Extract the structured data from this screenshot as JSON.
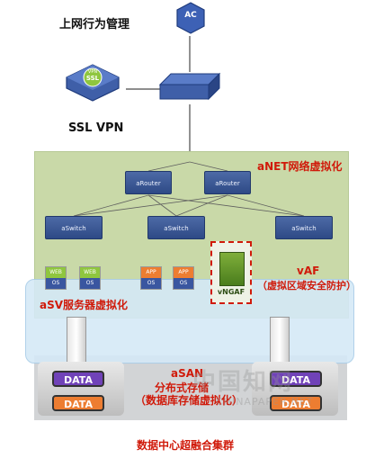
{
  "labels": {
    "behavior_mgmt": "上网行为管理",
    "ssl_vpn": "SSL VPN",
    "anet": "aNET网络虚拟化",
    "avf": "vAF",
    "avf_sub": "（虚拟区域安全防护）",
    "asv": "aSV服务器虚拟化",
    "asan": "aSAN",
    "asan_sub1": "分布式存储",
    "asan_sub2": "（数据库存储虚拟化）",
    "caption": "数据中心超融合集群",
    "watermark": "中国知网",
    "watermark_sub": "CHINAPAPER.NET"
  },
  "devices": {
    "ac_badge": "AC",
    "ssl_badge1": "VPN",
    "ssl_badge2": "SSL",
    "router1": "aRouter",
    "router2": "aRouter",
    "switch1": "aSwitch",
    "switch2": "aSwitch",
    "switch3": "aSwitch",
    "vngaf": "vNGAF"
  },
  "vms": [
    {
      "top": "WEB",
      "bottom": "OS"
    },
    {
      "top": "WEB",
      "bottom": "OS"
    },
    {
      "top": "APP",
      "bottom": "OS"
    },
    {
      "top": "APP",
      "bottom": "OS"
    }
  ],
  "storage": {
    "left": [
      "DATA",
      "DATA"
    ],
    "right": [
      "DATA",
      "DATA"
    ]
  },
  "colors": {
    "accent_red": "#d01a0a",
    "network_panel": "#c9d9a8",
    "server_panel": "#d5e9f7",
    "data_purple": "#7042b8",
    "data_orange": "#ed7d31"
  }
}
